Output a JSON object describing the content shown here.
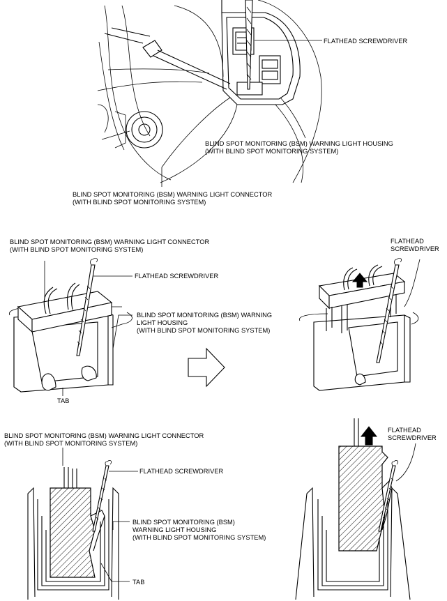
{
  "labels": {
    "p1_screwdriver": "FLATHEAD SCREWDRIVER",
    "p1_housing_l1": "BLIND SPOT MONITORING (BSM) WARNING LIGHT HOUSING",
    "p1_housing_l2": "(WITH BLIND SPOT MONITORING SYSTEM)",
    "p1_connector_l1": "BLIND SPOT MONITORING (BSM) WARNING LIGHT CONNECTOR",
    "p1_connector_l2": "(WITH BLIND SPOT MONITORING SYSTEM)",
    "p2_connector_l1": "BLIND SPOT MONITORING (BSM) WARNING LIGHT CONNECTOR",
    "p2_connector_l2": "(WITH BLIND SPOT MONITORING SYSTEM)",
    "p2_screwdriver": "FLATHEAD SCREWDRIVER",
    "p2_housing_l1": "BLIND SPOT MONITORING (BSM) WARNING",
    "p2_housing_l2": "LIGHT HOUSING",
    "p2_housing_l3": "(WITH BLIND SPOT MONITORING SYSTEM)",
    "p2_tab": "TAB",
    "p3_screwdriver_l1": "FLATHEAD",
    "p3_screwdriver_l2": "SCREWDRIVER",
    "p4_connector_l1": "BLIND SPOT MONITORING (BSM) WARNING LIGHT CONNECTOR",
    "p4_connector_l2": "(WITH BLIND SPOT MONITORING SYSTEM)",
    "p4_screwdriver": "FLATHEAD SCREWDRIVER",
    "p4_housing_l1": "BLIND SPOT MONITORING (BSM)",
    "p4_housing_l2": "WARNING LIGHT HOUSING",
    "p4_housing_l3": "(WITH BLIND SPOT MONITORING SYSTEM)",
    "p4_tab": "TAB",
    "p5_screwdriver_l1": "FLATHEAD",
    "p5_screwdriver_l2": "SCREWDRIVER"
  }
}
